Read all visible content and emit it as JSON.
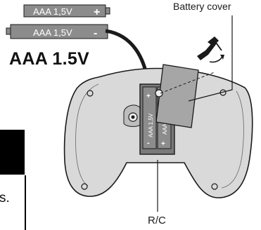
{
  "labels": {
    "battery_cover": "Battery cover",
    "rc": "R/C",
    "battery_type": "AAA 1.5V",
    "cut_text": "s."
  },
  "batteries": {
    "top_label": "AAA 1,5V",
    "top_sign": "+",
    "bottom_label": "AAA 1,5V",
    "bottom_sign": "-",
    "inserted_left_label": "AAA 1,5V",
    "inserted_left_top_sign": "+",
    "inserted_left_bottom_sign": "-",
    "inserted_right_label": "AAA 1,5V",
    "inserted_right_top_sign": "-",
    "inserted_right_bottom_sign": "+"
  },
  "colors": {
    "battery_fill": "#8c8c8c",
    "controller_fill": "#d9d9d9",
    "cover_fill": "#a6a6a6",
    "outline": "#1a1a1a"
  }
}
